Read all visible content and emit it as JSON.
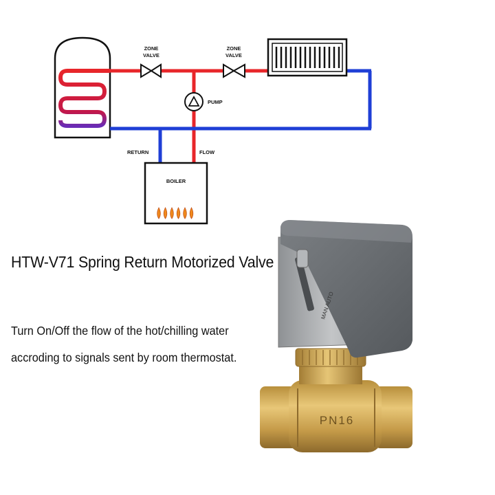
{
  "diagram": {
    "labels": {
      "zone_valve_1": [
        "ZONE",
        "VALVE"
      ],
      "zone_valve_2": [
        "ZONE",
        "VALVE"
      ],
      "pump": "PUMP",
      "return": "RETURN",
      "flow": "FLOW",
      "boiler": "BOILER"
    },
    "colors": {
      "hot_pipe": "#e8262a",
      "cold_pipe": "#1f3fd6",
      "outline": "#111111"
    }
  },
  "product": {
    "title": "HTW-V71 Spring Return Motorized Valve",
    "description_line1": "Turn On/Off the flow of the hot/chilling water",
    "description_line2": "accroding to signals sent by room thermostat.",
    "body_marking": "PN16",
    "lever_marking": "MAN AUTO",
    "colors": {
      "actuator_cover": "#6b6f73",
      "actuator_base": "#a9acaf",
      "brass": "#c9a24e"
    }
  }
}
